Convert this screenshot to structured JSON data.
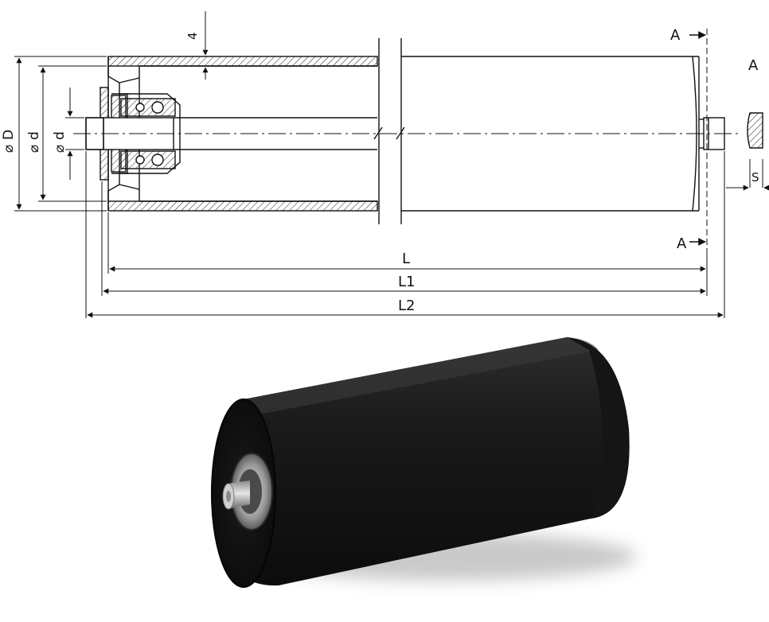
{
  "drawing": {
    "label_L": "L",
    "label_L1": "L1",
    "label_L2": "L2",
    "label_section_top": "A",
    "label_section_bottom": "A",
    "label_section_view": "A",
    "label_s": "S",
    "label_t": "4",
    "label_D": "D",
    "label_d": "d",
    "label_d1": "d",
    "mark_D": "⌀",
    "mark_d": "⌀",
    "mark_d1": "⌀"
  },
  "colors": {
    "line": "#111111",
    "roller_body": "#1b1b1b",
    "roller_highlight": "#3a3a3a",
    "shaft": "#b8b8b8"
  },
  "icons": [
    "arrow-icon"
  ]
}
